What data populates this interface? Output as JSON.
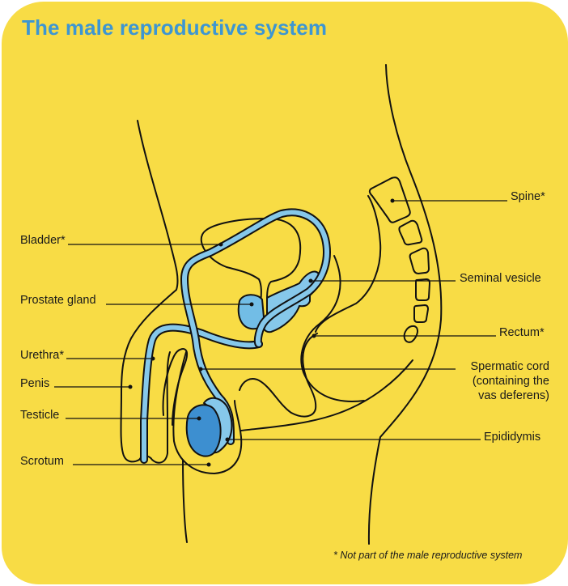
{
  "title": "The male reproductive system",
  "colors": {
    "background": "#f8dc45",
    "title": "#3d96d2",
    "light_blue": "#86c8ea",
    "mid_blue": "#72bde6",
    "dark_blue": "#3d8fd0",
    "outline": "#111111"
  },
  "labels": {
    "left": [
      {
        "id": "bladder",
        "text": "Bladder*"
      },
      {
        "id": "prostate",
        "text": "Prostate gland"
      },
      {
        "id": "urethra",
        "text": "Urethra*"
      },
      {
        "id": "penis",
        "text": "Penis"
      },
      {
        "id": "testicle",
        "text": "Testicle"
      },
      {
        "id": "scrotum",
        "text": "Scrotum"
      }
    ],
    "right": [
      {
        "id": "spine",
        "text": "Spine*"
      },
      {
        "id": "seminal_vesicle",
        "text": "Seminal vesicle"
      },
      {
        "id": "rectum",
        "text": "Rectum*"
      },
      {
        "id": "spermatic_cord",
        "lines": [
          "Spermatic cord",
          "(containing the",
          "vas deferens)"
        ]
      },
      {
        "id": "epididymis",
        "text": "Epididymis"
      }
    ]
  },
  "footnote": "* Not part of the male reproductive system"
}
